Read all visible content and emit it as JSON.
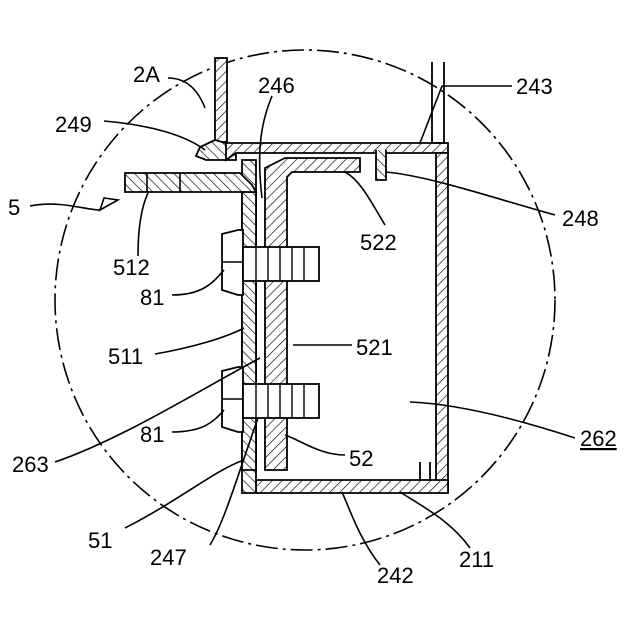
{
  "figure": {
    "labels": {
      "l_2A": "2A",
      "l_246": "246",
      "l_243": "243",
      "l_249": "249",
      "l_5": "5",
      "l_512": "512",
      "l_522": "522",
      "l_248": "248",
      "l_81a": "81",
      "l_511": "511",
      "l_521": "521",
      "l_262": "262",
      "l_263": "263",
      "l_81b": "81",
      "l_52": "52",
      "l_51": "51",
      "l_247": "247",
      "l_242": "242",
      "l_211": "211"
    }
  }
}
